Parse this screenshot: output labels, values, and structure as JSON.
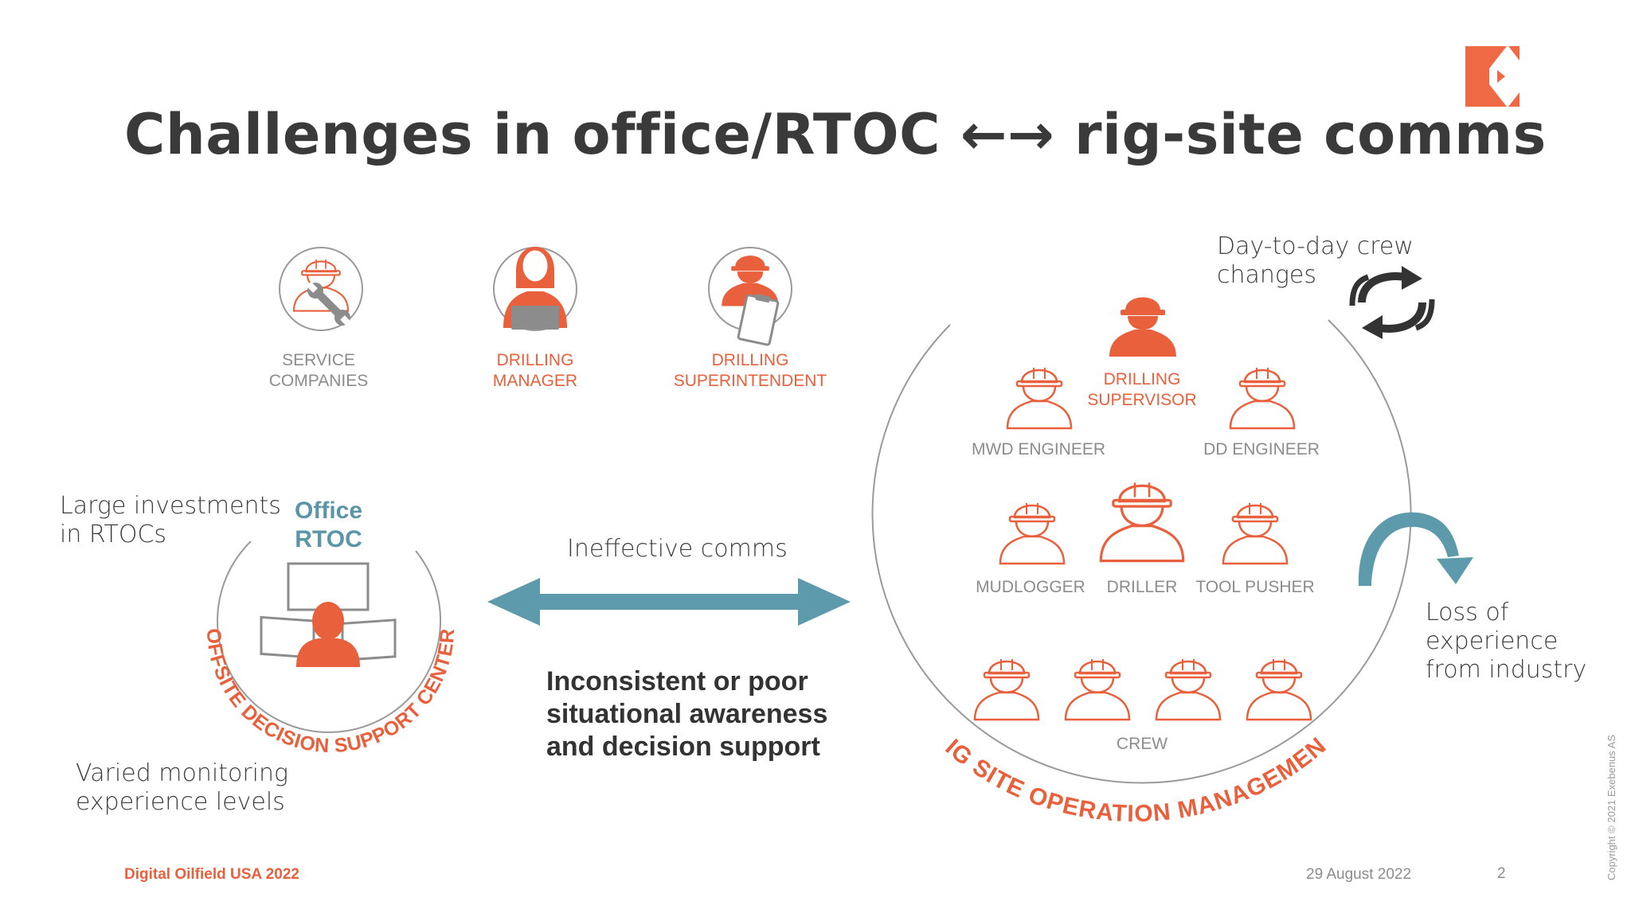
{
  "title": "Challenges in office/RTOC ←→ rig-site comms",
  "logo_icon": "exebenus-logo-icon",
  "colors": {
    "accent": "#e8603c",
    "teal": "#5b95a8",
    "grey": "#8c8c8c",
    "dark": "#3d3d3d"
  },
  "office_roles": [
    {
      "label_l1": "SERVICE",
      "label_l2": "COMPANIES",
      "icon": "worker-wrench-icon"
    },
    {
      "label_l1": "DRILLING",
      "label_l2": "MANAGER",
      "icon": "manager-laptop-icon"
    },
    {
      "label_l1": "DRILLING",
      "label_l2": "SUPERINTENDENT",
      "icon": "worker-clipboard-icon"
    }
  ],
  "rtoc": {
    "label_l1": "Office",
    "label_l2": "RTOC",
    "arc_text": "OFFSITE DECISION SUPPORT CENTER",
    "note_top_l1": "Large investments",
    "note_top_l2": "in RTOCs",
    "note_bottom_l1": "Varied monitoring",
    "note_bottom_l2": "experience levels"
  },
  "middle": {
    "arrow_label": "Ineffective comms",
    "bold_l1": "Inconsistent or poor",
    "bold_l2": "situational awareness",
    "bold_l3": "and decision support"
  },
  "rig": {
    "arc_text": "RIG SITE OPERATION MANAGEMENT",
    "supervisor_l1": "DRILLING",
    "supervisor_l2": "SUPERVISOR",
    "mwd": "MWD ENGINEER",
    "dd": "DD ENGINEER",
    "mudlogger": "MUDLOGGER",
    "driller": "DRILLER",
    "toolpusher": "TOOL PUSHER",
    "crew": "CREW",
    "crew_changes_l1": "Day-to-day crew",
    "crew_changes_l2": "changes",
    "loss_l1": "Loss of",
    "loss_l2": "experience",
    "loss_l3": "from industry"
  },
  "footer": {
    "event": "Digital Oilfield USA 2022",
    "date": "29 August 2022",
    "page": "2",
    "copyright": "Copyright © 2021 Exebenus AS"
  }
}
